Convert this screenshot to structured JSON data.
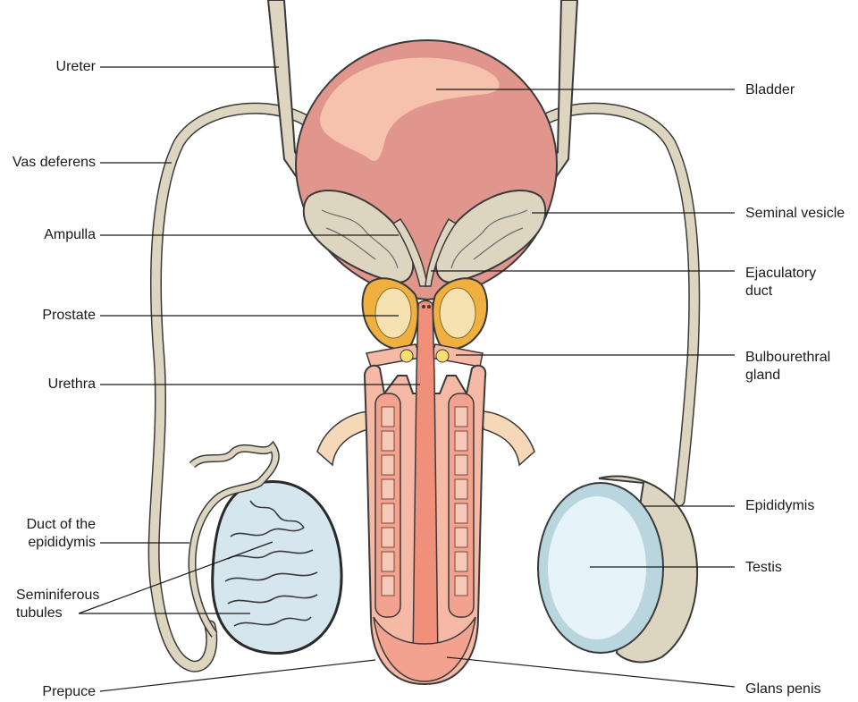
{
  "labels": {
    "ureter": "Ureter",
    "vas_deferens": "Vas deferens",
    "ampulla": "Ampulla",
    "prostate": "Prostate",
    "urethra": "Urethra",
    "duct_epididymis_1": "Duct of the",
    "duct_epididymis_2": "epididymis",
    "seminiferous_1": "Seminiferous",
    "seminiferous_2": "tubules",
    "prepuce": "Prepuce",
    "bladder": "Bladder",
    "seminal_vesicle": "Seminal vesicle",
    "ejaculatory_1": "Ejaculatory",
    "ejaculatory_2": "duct",
    "bulbourethral_1": "Bulbourethral",
    "bulbourethral_2": "gland",
    "epididymis": "Epididymis",
    "testis": "Testis",
    "glans_penis": "Glans penis"
  },
  "colors": {
    "bladder": "#e0968c",
    "bladder_highlight": "#f7c2ad",
    "duct": "#ddd5c0",
    "prostate": "#f0b040",
    "urethra": "#f0907a",
    "penis_tissue": "#f6b9a5",
    "testis": "#e6f4fa",
    "testis_ring": "#b9d6df",
    "tubules_bg": "#d6e6ee",
    "gland": "#f5e070"
  }
}
